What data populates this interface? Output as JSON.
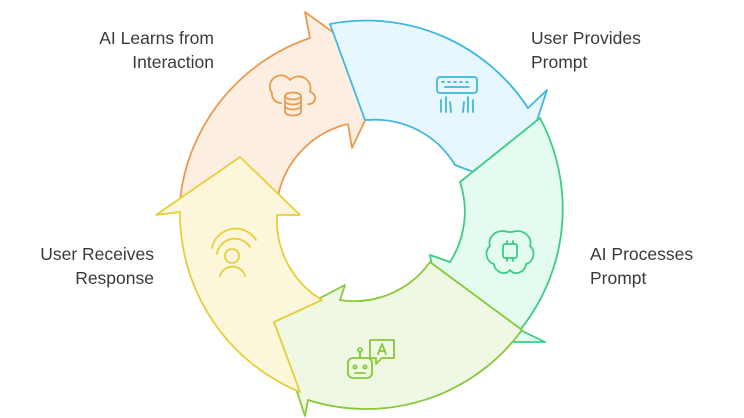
{
  "steps": [
    {
      "id": "user-provides-prompt",
      "lines": [
        "User Provides",
        "Prompt"
      ],
      "icon": "keyboard-typing-icon",
      "fill": "#e6f7fd",
      "stroke": "#3fb8dc"
    },
    {
      "id": "ai-processes-prompt",
      "lines": [
        "AI Processes",
        "Prompt"
      ],
      "icon": "brain-chip-icon",
      "fill": "#e4fbef",
      "stroke": "#3ccc84"
    },
    {
      "id": "ai-generates-response",
      "lines": [],
      "icon": "robot-chat-icon",
      "fill": "#eef8e2",
      "stroke": "#88c83a"
    },
    {
      "id": "user-receives-response",
      "lines": [
        "User Receives",
        "Response"
      ],
      "icon": "reading-person-icon",
      "fill": "#fcf6da",
      "stroke": "#e6cf3a"
    },
    {
      "id": "ai-learns-from-interaction",
      "lines": [
        "AI Learns from",
        "Interaction"
      ],
      "icon": "cloud-database-icon",
      "fill": "#fdeee2",
      "stroke": "#ea9a4e"
    }
  ]
}
